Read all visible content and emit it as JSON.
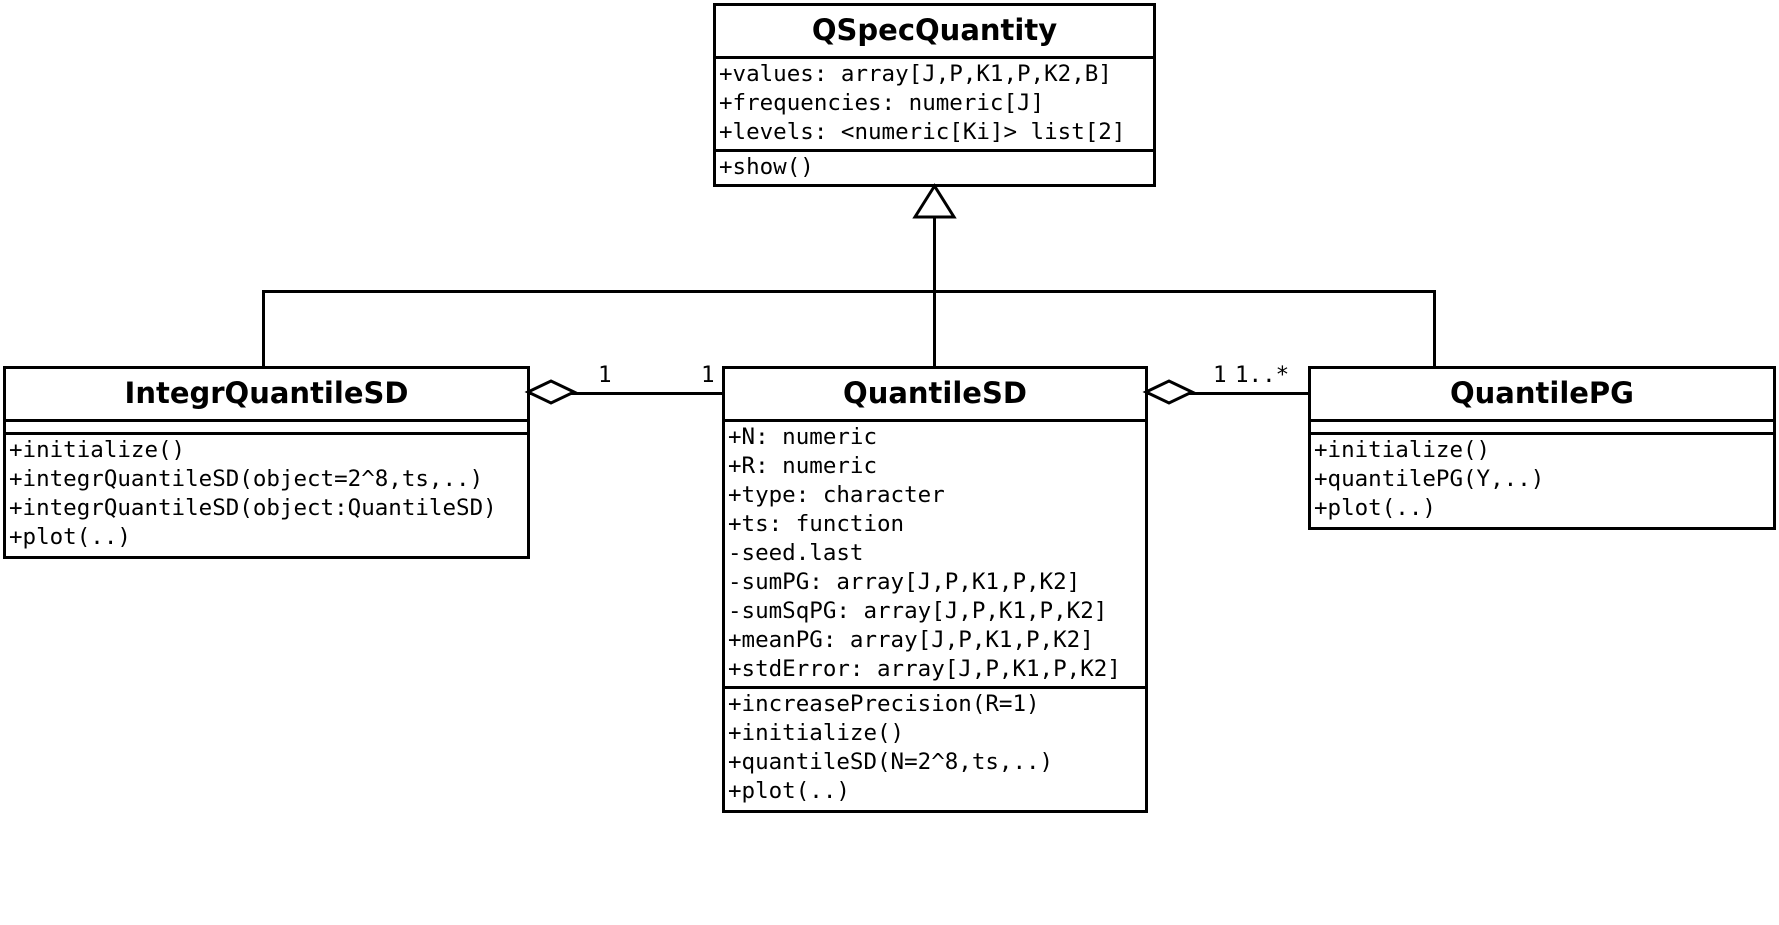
{
  "diagram": {
    "type": "uml-class-diagram",
    "stroke_color": "#000000",
    "background_color": "#ffffff"
  },
  "classes": {
    "qspecquantity": {
      "name": "QSpecQuantity",
      "attributes": [
        "+values: array[J,P,K1,P,K2,B]",
        "+frequencies: numeric[J]",
        "+levels: <numeric[Ki]> list[2]"
      ],
      "methods": [
        "+show()"
      ]
    },
    "integrquantilesd": {
      "name": "IntegrQuantileSD",
      "attributes": [],
      "methods": [
        "+initialize()",
        "+integrQuantileSD(object=2^8,ts,..)",
        "+integrQuantileSD(object:QuantileSD)",
        "+plot(..)"
      ]
    },
    "quantilesd": {
      "name": "QuantileSD",
      "attributes": [
        "+N: numeric",
        "+R: numeric",
        "+type: character",
        "+ts: function",
        "-seed.last",
        "-sumPG: array[J,P,K1,P,K2]",
        "-sumSqPG: array[J,P,K1,P,K2]",
        "+meanPG: array[J,P,K1,P,K2]",
        "+stdError: array[J,P,K1,P,K2]"
      ],
      "methods": [
        "+increasePrecision(R=1)",
        "+initialize()",
        "+quantileSD(N=2^8,ts,..)",
        "+plot(..)"
      ]
    },
    "quantilepg": {
      "name": "QuantilePG",
      "attributes": [],
      "methods": [
        "+initialize()",
        "+quantilePG(Y,..)",
        "+plot(..)"
      ]
    }
  },
  "relations": {
    "generalization": {
      "kind": "generalization",
      "parent": "QSpecQuantity",
      "children": [
        "IntegrQuantileSD",
        "QuantileSD",
        "QuantilePG"
      ],
      "arrow": "hollow-triangle"
    },
    "aggregation_left": {
      "kind": "aggregation",
      "whole": "IntegrQuantileSD",
      "part": "QuantileSD",
      "multiplicity_whole": "1",
      "multiplicity_part": "1",
      "arrow": "hollow-diamond"
    },
    "aggregation_right": {
      "kind": "aggregation",
      "whole": "QuantilePG",
      "part": "QuantileSD",
      "multiplicity_whole": "1",
      "multiplicity_part": "1..*",
      "arrow": "hollow-diamond"
    }
  }
}
